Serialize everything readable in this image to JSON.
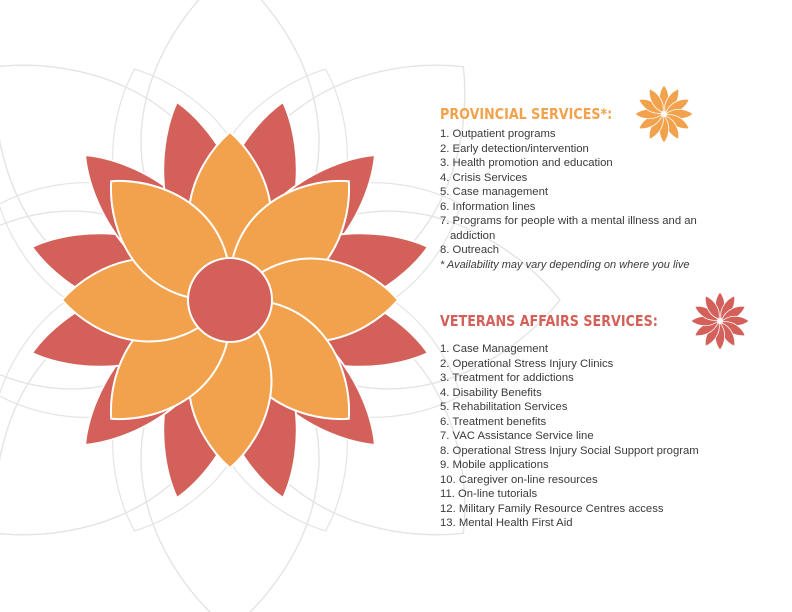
{
  "colors": {
    "orange": "#f2a24c",
    "red": "#d4605a",
    "outline": "#e4e4e4",
    "text": "#3a3a3a"
  },
  "icons": {
    "main": "lotus-flower-icon",
    "provincial": "orange-flower-icon",
    "veterans": "red-flower-icon"
  },
  "provincial": {
    "heading": "PROVINCIAL SERVICES*:",
    "items": [
      "1. Outpatient programs",
      "2. Early detection/intervention",
      "3. Health promotion and education",
      "4. Crisis Services",
      "5. Case management",
      "6.  Information lines",
      "7. Programs for people with a mental  illness and an",
      "8. Outreach"
    ],
    "item7_cont": "addiction",
    "note": "* Availability may vary depending on where you live"
  },
  "veterans": {
    "heading": "VETERANS AFFAIRS SERVICES:",
    "items": [
      "1. Case Management",
      "2. Operational Stress Injury Clinics",
      "3. Treatment for addictions",
      "4. Disability Benefits",
      "5. Rehabilitation Services",
      "6. Treatment benefits",
      "7. VAC Assistance Service line",
      "8. Operational Stress Injury Social Support program",
      "9. Mobile applications",
      "10. Caregiver on-line resources",
      "11. On-line tutorials",
      "12. Military Family Resource Centres access",
      "13. Mental Health First Aid"
    ]
  }
}
